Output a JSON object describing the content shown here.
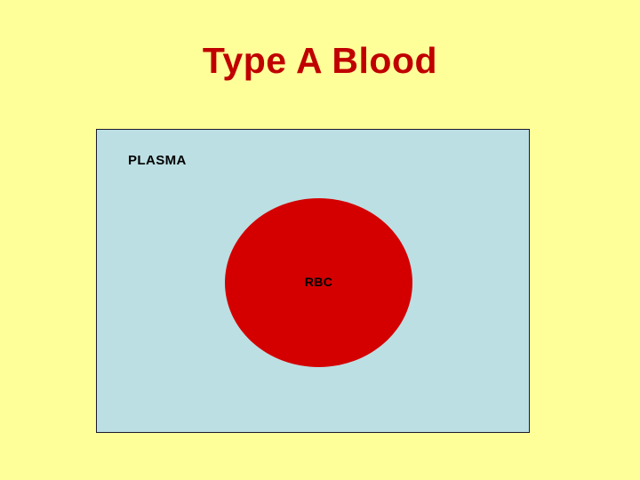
{
  "slide": {
    "title": "Type A Blood",
    "background_color": "#ffff99",
    "title_color": "#c00000"
  },
  "diagram": {
    "container": {
      "name": "blood-sample-box",
      "fill_color": "#bcdfe3",
      "border_color": "#1a1a2e",
      "label": "PLASMA"
    },
    "cell": {
      "name": "red-blood-cell",
      "fill_color": "#d40000",
      "label": "RBC"
    }
  }
}
